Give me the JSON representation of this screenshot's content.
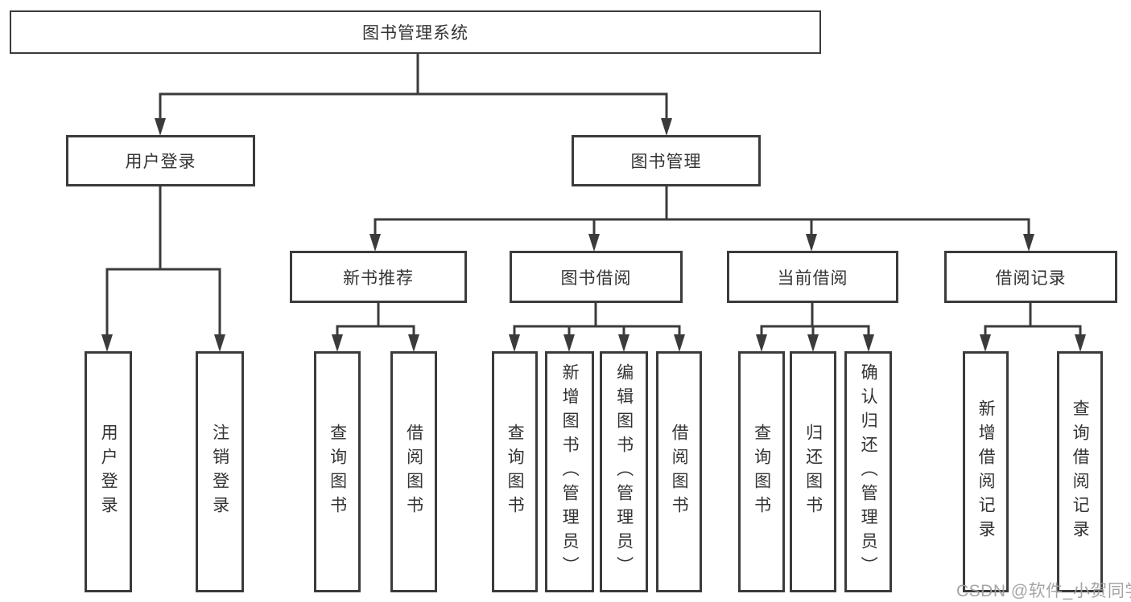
{
  "tree": {
    "root": {
      "label": "图书管理系统",
      "children": [
        {
          "label": "用户登录",
          "children": [
            {
              "label": "用户登录"
            },
            {
              "label": "注销登录"
            }
          ]
        },
        {
          "label": "图书管理",
          "children": [
            {
              "label": "新书推荐",
              "children": [
                {
                  "label": "查询图书"
                },
                {
                  "label": "借阅图书"
                }
              ]
            },
            {
              "label": "图书借阅",
              "children": [
                {
                  "label": "查询图书"
                },
                {
                  "label": "新增图书（管理员）"
                },
                {
                  "label": "编辑图书（管理员）"
                },
                {
                  "label": "借阅图书"
                }
              ]
            },
            {
              "label": "当前借阅",
              "children": [
                {
                  "label": "查询图书"
                },
                {
                  "label": "归还图书"
                },
                {
                  "label": "确认归还（管理员）"
                }
              ]
            },
            {
              "label": "借阅记录",
              "children": [
                {
                  "label": "新增借阅记录"
                },
                {
                  "label": "查询借阅记录"
                }
              ]
            }
          ]
        }
      ]
    }
  },
  "watermark": {
    "text": "CSDN @软件_小贺同学"
  },
  "colors": {
    "line": "#3b3b3b",
    "text": "#333333",
    "watermark": "#9e9e9e",
    "background": "#ffffff"
  }
}
